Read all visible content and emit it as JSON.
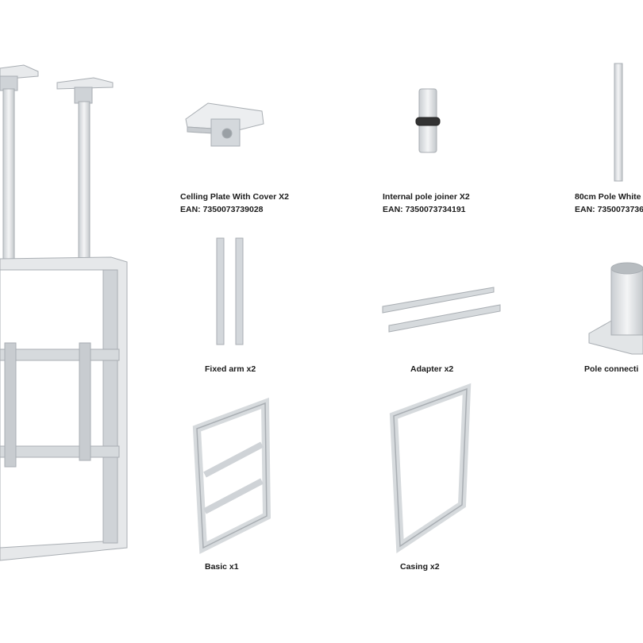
{
  "items": [
    {
      "name": "Celling Plate With Cover X2",
      "ean": "EAN: 7350073739028"
    },
    {
      "name": "Internal pole joiner X2",
      "ean": "EAN: 7350073734191"
    },
    {
      "name": "80cm Pole White",
      "ean": "EAN: 7350073736"
    },
    {
      "name": "Fixed arm x2"
    },
    {
      "name": "Adapter x2"
    },
    {
      "name": "Pole connecti"
    },
    {
      "name": "Basic x1"
    },
    {
      "name": "Casing x2"
    }
  ],
  "colors": {
    "metal": "#dcdfe2",
    "metal_edge": "#a9aeb3",
    "metal_dark": "#8d9398",
    "band": "#333333"
  }
}
